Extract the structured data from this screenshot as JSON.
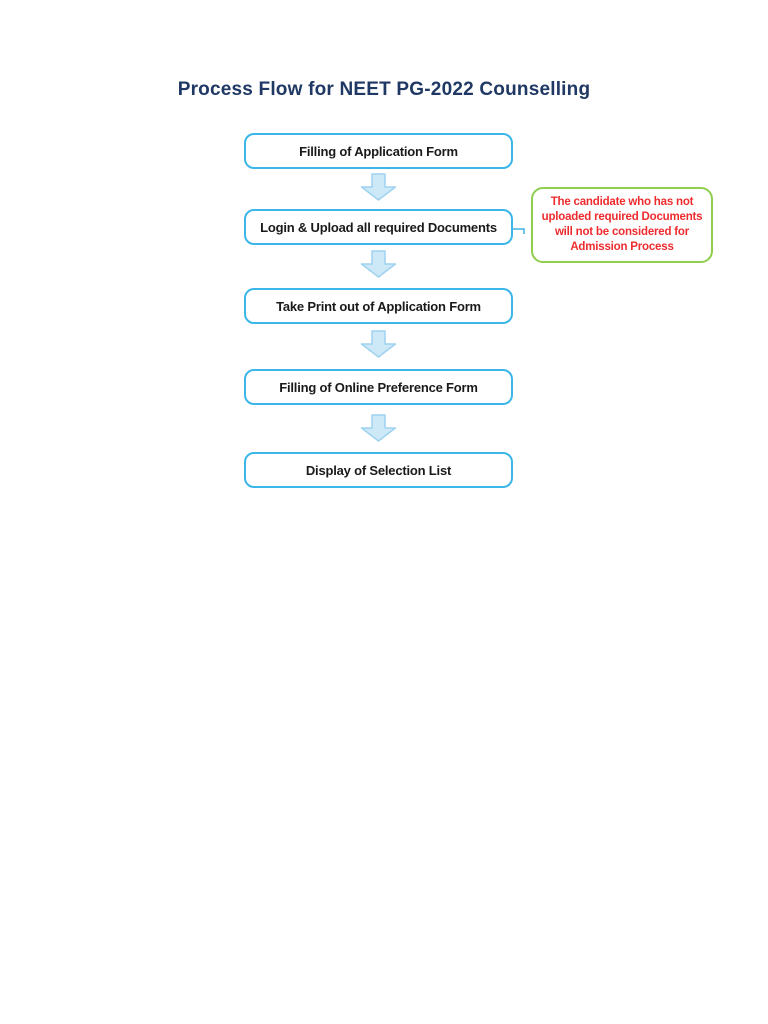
{
  "page": {
    "title": "Process Flow for NEET PG-2022 Counselling"
  },
  "colors": {
    "title_text": "#1F3864",
    "box_border": "#3CB6E9",
    "box_text": "#1A1A1A",
    "arrow_fill": "#CDE9F8",
    "arrow_stroke": "#9ED2EF",
    "note_border": "#90CE4E",
    "note_text": "#EE2C2F"
  },
  "flowchart": {
    "steps": [
      {
        "label": "Filling of Application Form"
      },
      {
        "label": "Login & Upload all required Documents"
      },
      {
        "label": "Take Print out of Application Form"
      },
      {
        "label": "Filling of Online Preference Form"
      },
      {
        "label": "Display of Selection List"
      }
    ],
    "note": {
      "text": "The candidate who has not\nuploaded required Documents\nwill not be considered for\nAdmission Process"
    }
  }
}
